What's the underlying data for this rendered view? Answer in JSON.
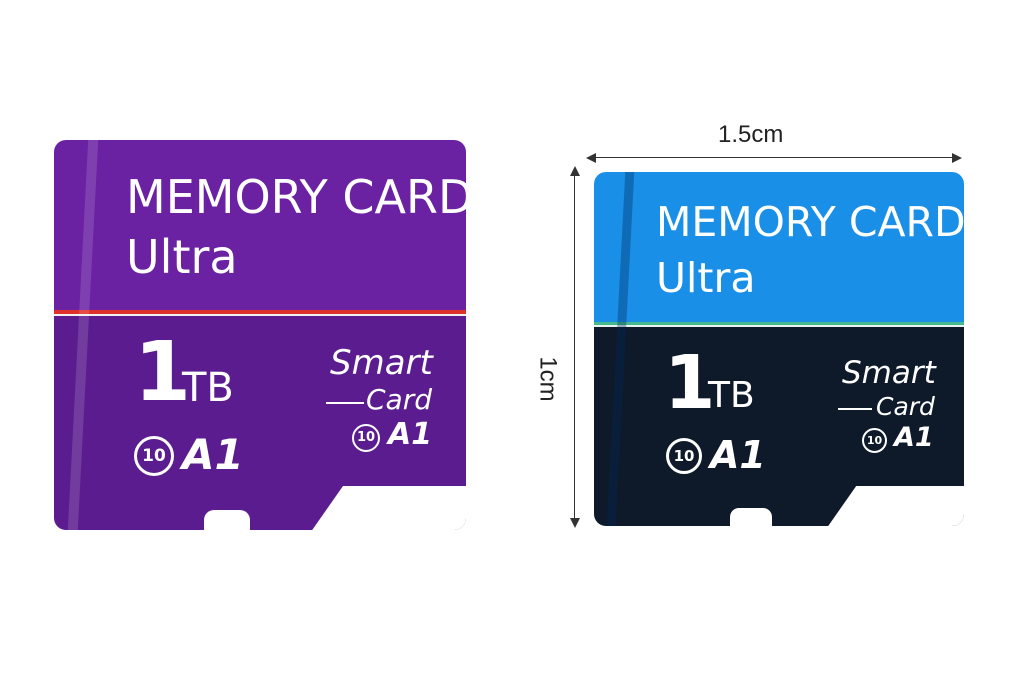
{
  "cards": [
    {
      "id": "purple",
      "title_line1": "MEMORY CARD",
      "title_line2": "Ultra",
      "capacity_number": "1",
      "capacity_unit": "TB",
      "speed_class": "10",
      "app_class": "A1",
      "brand_line1": "Smart",
      "brand_line2": "Card",
      "small_speed_class": "10",
      "small_app_class": "A1",
      "colors": {
        "top": "#6a21a2",
        "bottom": "#5a1c8e",
        "divider": "#e0302b"
      }
    },
    {
      "id": "blue",
      "title_line1": "MEMORY CARD",
      "title_line2": "Ultra",
      "capacity_number": "1",
      "capacity_unit": "TB",
      "speed_class": "10",
      "app_class": "A1",
      "brand_line1": "Smart",
      "brand_line2": "Card",
      "small_speed_class": "10",
      "small_app_class": "A1",
      "colors": {
        "top": "#1a8fe8",
        "bottom": "#0e1a2a",
        "divider": "#44b98e"
      }
    }
  ],
  "dimensions": {
    "width_label": "1.5cm",
    "height_label": "1cm"
  }
}
